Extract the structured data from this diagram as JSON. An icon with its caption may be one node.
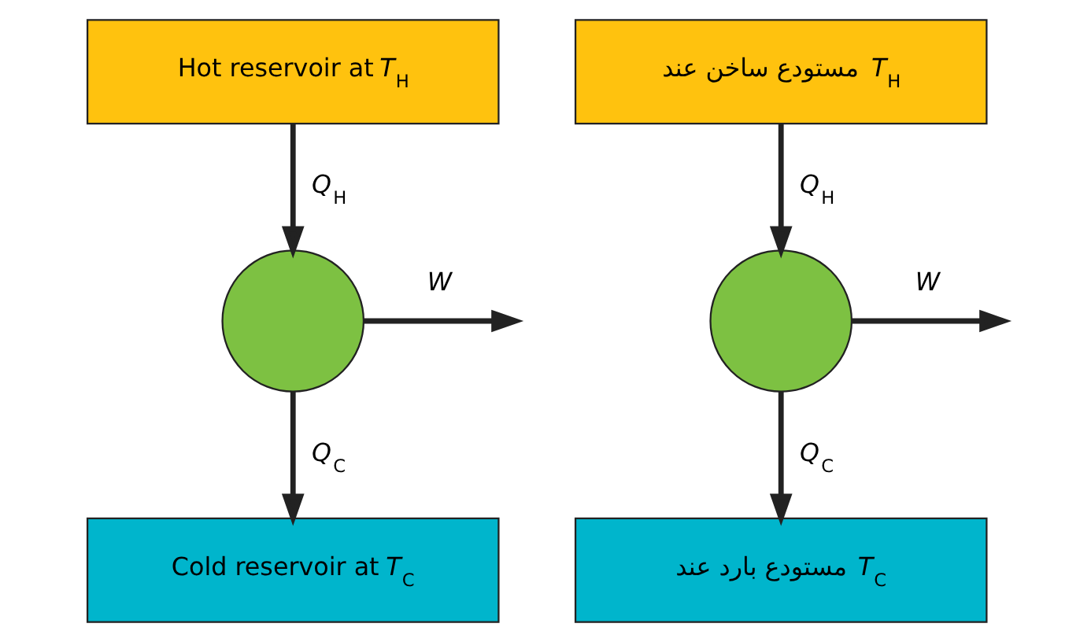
{
  "diagram": {
    "nodes": [
      {
        "text": [
          "Hot reservoir at *T*$_{H}$"
        ]
      },
      {
        "text": [],
        "shape": "circle"
      },
      {
        "text": [
          "Cold reservoir at *T*$_{C}$"
        ]
      },
      {
        "text": [
          "مستودع ساخن عند *T*$_{H}$"
        ]
      },
      {
        "text": [],
        "shape": "circle"
      },
      {
        "text": [
          "مستودع بارد عند *T*$_{C}$"
        ]
      }
    ],
    "edges": [
      {
        "from": 0,
        "to": 1,
        "arrow": "to",
        "label": "*Q*$_{H}$"
      },
      {
        "from": 1,
        "to": 2,
        "arrow": "to",
        "label": "*Q*$_{C}$"
      },
      {
        "from": 1,
        "to": null,
        "arrow": "to",
        "label": "*W*"
      },
      {
        "from": 3,
        "to": 4,
        "arrow": "to",
        "label": "*Q*$_{H}$"
      },
      {
        "from": 4,
        "to": 5,
        "arrow": "to",
        "label": "*Q*$_{C}$"
      },
      {
        "from": 4,
        "to": null,
        "arrow": "to",
        "label": "*W*"
      }
    ]
  }
}
